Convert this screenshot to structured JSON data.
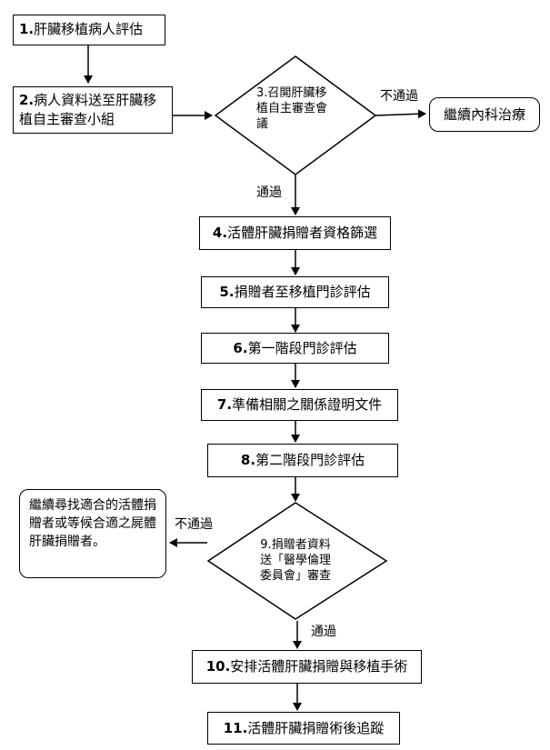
{
  "steps": [
    {
      "num": "1.",
      "text": "肝臟移植病人評估"
    },
    {
      "num": "2.",
      "text": "病人資料送至肝臟移植自主審查小組"
    },
    {
      "num": "3.",
      "text": "召開肝臟移植自主審查會議"
    },
    {
      "num": "4.",
      "text": "活體肝臟捐贈者資格篩選"
    },
    {
      "num": "5.",
      "text": "捐贈者至移植門診評估"
    },
    {
      "num": "6.",
      "text": "第一階段門診評估"
    },
    {
      "num": "7.",
      "text": "準備相關之關係證明文件"
    },
    {
      "num": "8.",
      "text": "第二階段門診評估"
    },
    {
      "num": "9.",
      "text": "捐贈者資料送「醫學倫理委員會」審查"
    },
    {
      "num": "10.",
      "text": "安排活體肝臟捐贈與移植手術"
    },
    {
      "num": "11.",
      "text": "活體肝臟捐贈術後追蹤"
    }
  ],
  "outcomes": {
    "medical_treatment": "繼續內科治療",
    "find_other_donor": "繼續尋找適合的活體捐贈者或等候合適之屍體肝臟捐贈者。"
  },
  "edge_labels": {
    "fail_1": "不通過",
    "pass_1": "通過",
    "fail_2": "不通過",
    "pass_2": "通過"
  }
}
